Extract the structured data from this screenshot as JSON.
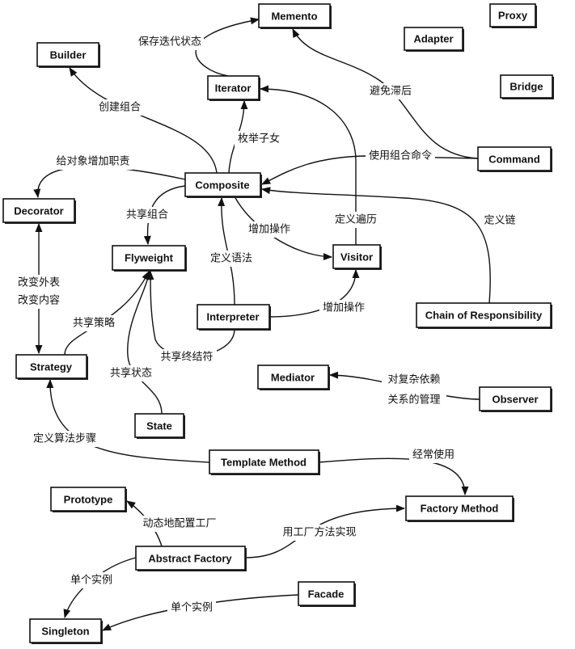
{
  "patterns": {
    "memento": "Memento",
    "proxy": "Proxy",
    "adapter": "Adapter",
    "builder": "Builder",
    "iterator": "Iterator",
    "bridge": "Bridge",
    "command": "Command",
    "composite": "Composite",
    "decorator": "Decorator",
    "flyweight": "Flyweight",
    "visitor": "Visitor",
    "interpreter": "Interpreter",
    "chain": "Chain of Responsibility",
    "strategy": "Strategy",
    "mediator": "Mediator",
    "observer": "Observer",
    "state": "State",
    "template_method": "Template Method",
    "prototype": "Prototype",
    "factory_method": "Factory Method",
    "abstract_factory": "Abstract Factory",
    "facade": "Facade",
    "singleton": "Singleton"
  },
  "relations": {
    "save_iteration_state": "保存迭代状态",
    "create_composite": "创建组合",
    "enumerate_children": "枚举子女",
    "add_responsibilities": "给对象增加职责",
    "compose_commands": "使用组合命令",
    "avoid_hysteresis": "避免滞后",
    "share_composites": "共享组合",
    "add_operations_composite": "增加操作",
    "define_traversals": "定义遍历",
    "define_chain": "定义链",
    "define_grammar": "定义语法",
    "change_skin": "改变外表",
    "change_guts": "改变内容",
    "share_strategies": "共享策略",
    "add_operations_interpreter": "增加操作",
    "share_terminals": "共享终结符",
    "share_states": "共享状态",
    "complex_dependency_1": "对复杂依赖",
    "complex_dependency_2": "关系的管理",
    "define_algorithm_steps": "定义算法步骤",
    "often_uses": "经常使用",
    "configure_factory": "动态地配置工厂",
    "implement_with_factory_method": "用工厂方法实现",
    "single_instance_af": "单个实例",
    "single_instance_facade": "单个实例"
  }
}
